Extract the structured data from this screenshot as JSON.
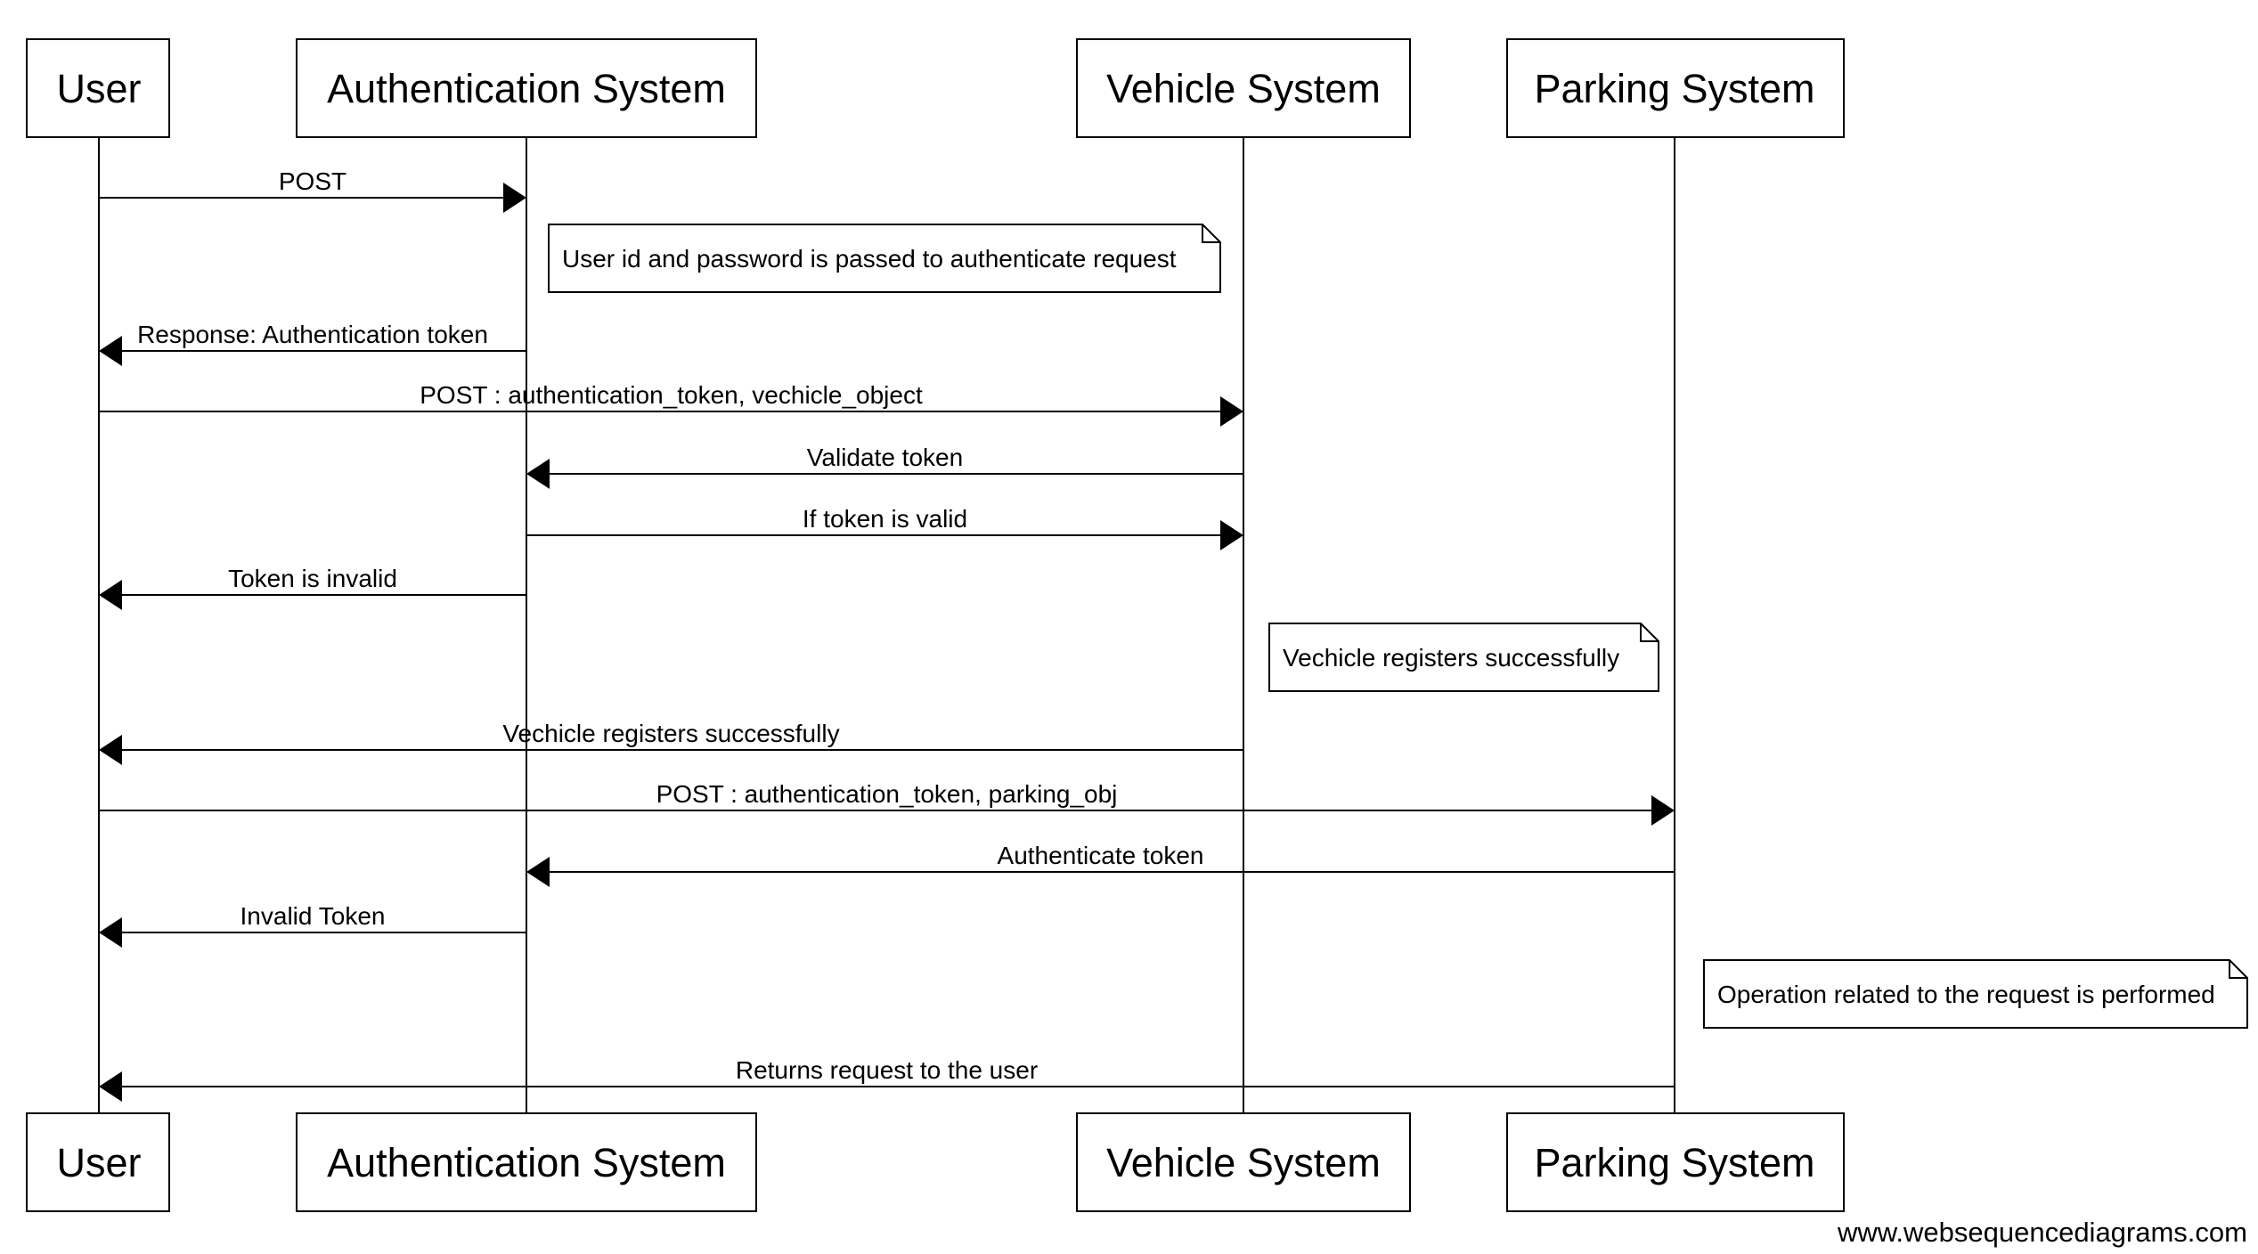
{
  "participants": [
    {
      "id": "user",
      "label": "User"
    },
    {
      "id": "auth",
      "label": "Authentication System"
    },
    {
      "id": "vehicle",
      "label": "Vehicle System"
    },
    {
      "id": "parking",
      "label": "Parking System"
    }
  ],
  "messages": [
    {
      "from": "user",
      "to": "auth",
      "label": "POST"
    },
    {
      "from": "auth",
      "to": "user",
      "label": "Response: Authentication token"
    },
    {
      "from": "user",
      "to": "vehicle",
      "label": "POST : authentication_token, vechicle_object"
    },
    {
      "from": "vehicle",
      "to": "auth",
      "label": "Validate token"
    },
    {
      "from": "auth",
      "to": "vehicle",
      "label": "If token is valid"
    },
    {
      "from": "auth",
      "to": "user",
      "label": "Token is invalid"
    },
    {
      "from": "vehicle",
      "to": "user",
      "label": "Vechicle registers successfully"
    },
    {
      "from": "user",
      "to": "parking",
      "label": "POST : authentication_token, parking_obj"
    },
    {
      "from": "parking",
      "to": "auth",
      "label": "Authenticate token"
    },
    {
      "from": "auth",
      "to": "user",
      "label": "Invalid Token"
    },
    {
      "from": "parking",
      "to": "user",
      "label": "Returns request to the user"
    }
  ],
  "notes": [
    {
      "text": "User id and password is passed to authenticate request"
    },
    {
      "text": "Vechicle registers successfully"
    },
    {
      "text": "Operation related to the request is performed"
    }
  ],
  "watermark": "www.websequencediagrams.com"
}
